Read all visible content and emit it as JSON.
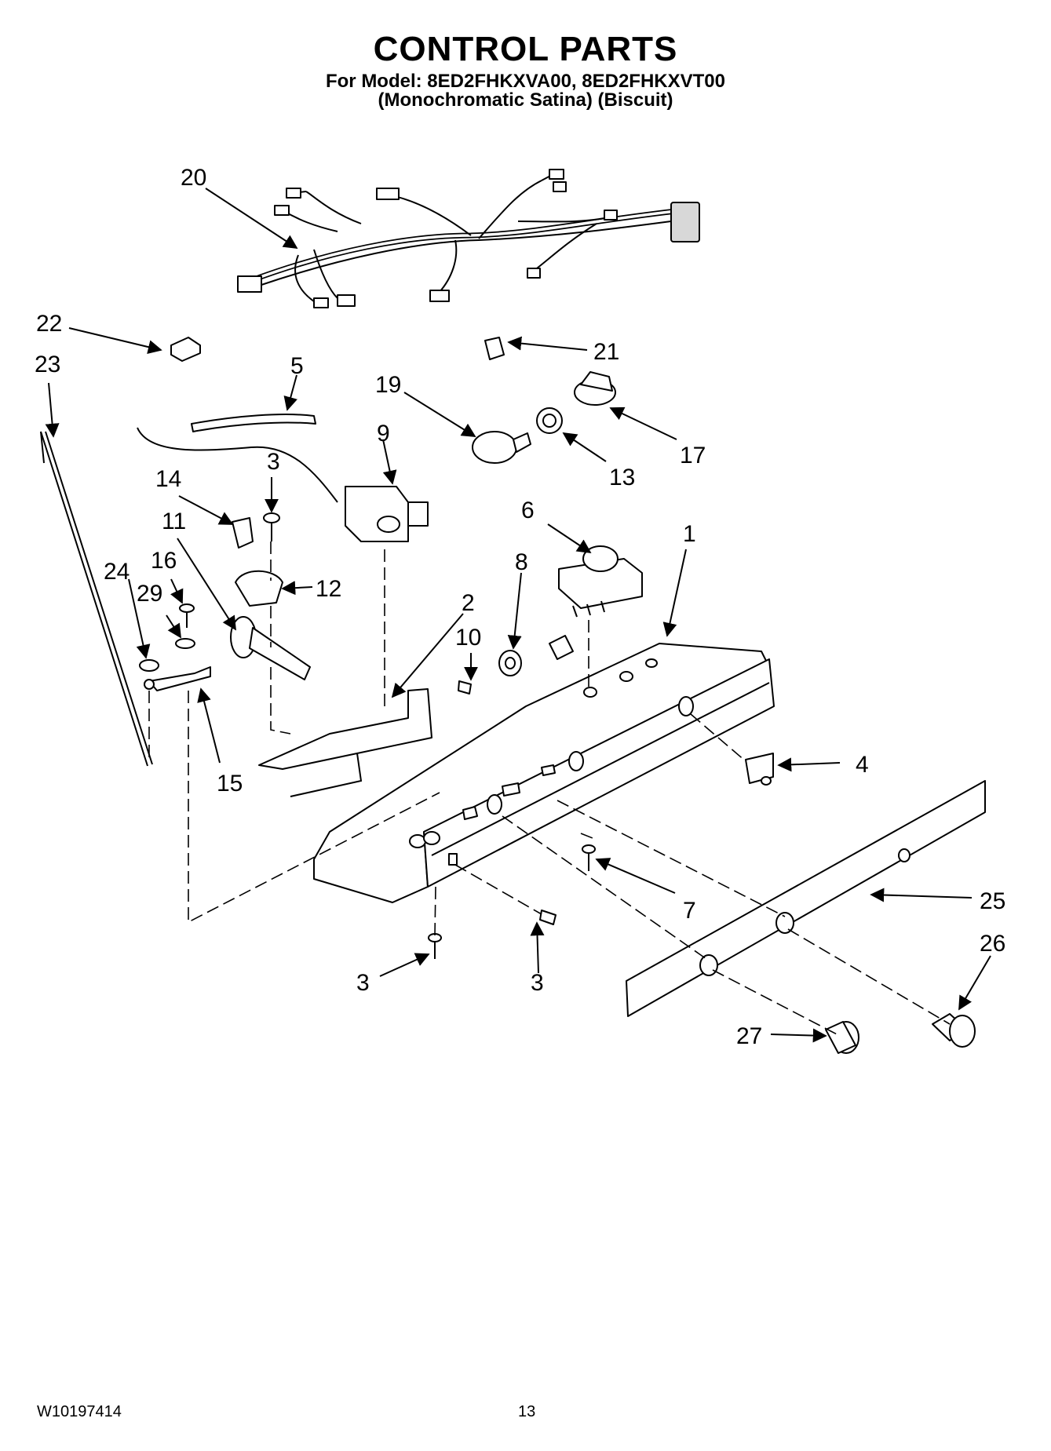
{
  "header": {
    "title": "CONTROL PARTS",
    "model_line": "For Model: 8ED2FHKXVA00, 8ED2FHKXVT00",
    "variant_line": "(Monochromatic Satina)  (Biscuit)"
  },
  "callouts": {
    "c20": "20",
    "c22": "22",
    "c21": "21",
    "c23": "23",
    "c5": "5",
    "c19": "19",
    "c17": "17",
    "c13": "13",
    "c9": "9",
    "c3a": "3",
    "c14": "14",
    "c11": "11",
    "c6": "6",
    "c1": "1",
    "c12": "12",
    "c16": "16",
    "c24": "24",
    "c29": "29",
    "c8": "8",
    "c2": "2",
    "c10": "10",
    "c15": "15",
    "c4": "4",
    "c7": "7",
    "c25": "25",
    "c26": "26",
    "c3b": "3",
    "c3c": "3",
    "c27": "27"
  },
  "footer": {
    "doc_number": "W10197414",
    "page": "13"
  }
}
